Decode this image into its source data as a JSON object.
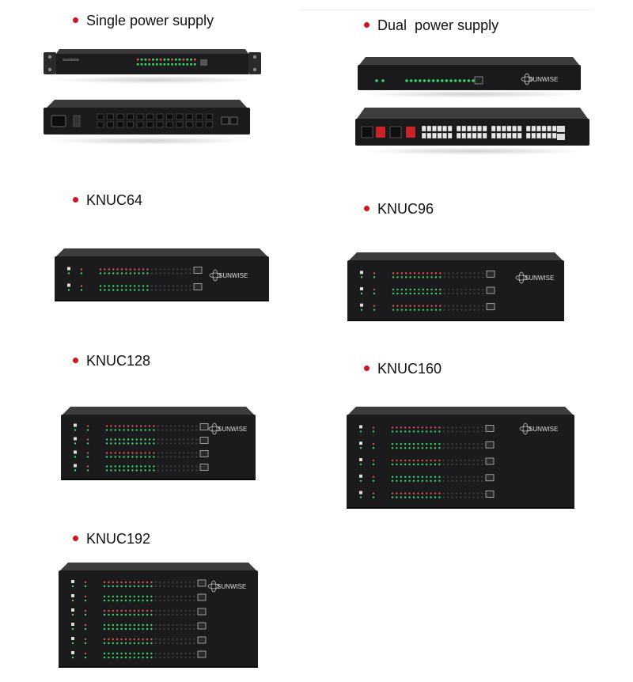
{
  "sections": [
    {
      "id": "single",
      "label": "Single power supply"
    },
    {
      "id": "dual",
      "label": "Dual  power supply"
    },
    {
      "id": "knuc64",
      "label": "KNUC64"
    },
    {
      "id": "knuc96",
      "label": "KNUC96"
    },
    {
      "id": "knuc128",
      "label": "KNUC128"
    },
    {
      "id": "knuc160",
      "label": "KNUC160"
    },
    {
      "id": "knuc192",
      "label": "KNUC192"
    }
  ],
  "brand": "SUNWISE",
  "colors": {
    "bullet": "#d0141f",
    "chassis": "#1b1b1d",
    "led_green": "#37d86a",
    "led_red": "#e05050"
  }
}
